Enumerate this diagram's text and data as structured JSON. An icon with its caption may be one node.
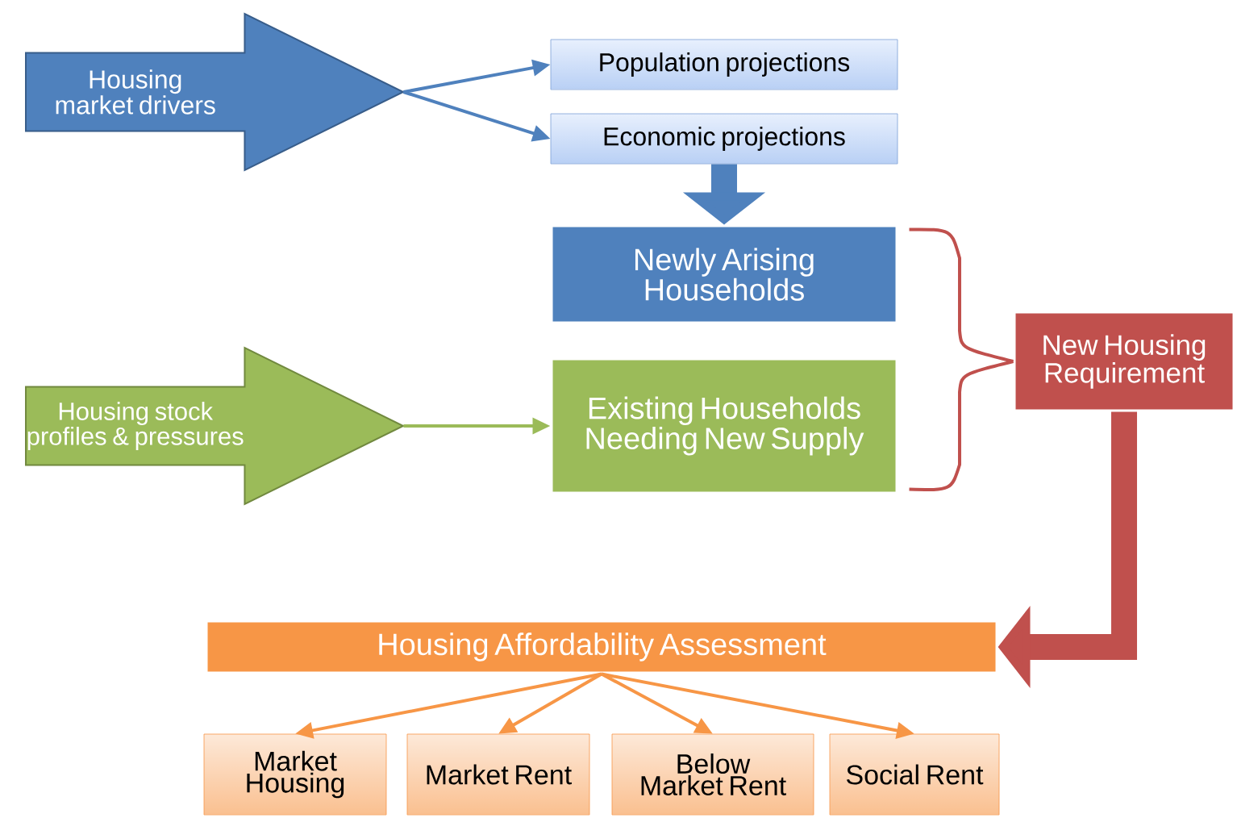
{
  "diagram": {
    "nodes": [
      {
        "text": [
          "Housing market drivers"
        ]
      },
      {
        "text": [
          "Population projections"
        ]
      },
      {
        "text": [
          "Economic projections"
        ]
      },
      {
        "text": [
          "Newly Arising Households"
        ]
      },
      {
        "text": [
          "Existing Households Needing New Supply"
        ]
      },
      {
        "text": [
          "Housing stock profiles & pressures"
        ]
      },
      {
        "text": [
          "New Housing Requirement"
        ]
      },
      {
        "text": [
          "Housing Affordability Assessment"
        ]
      },
      {
        "text": [
          "Market Housing"
        ]
      },
      {
        "text": [
          "Market Rent"
        ]
      },
      {
        "text": [
          "Below Market Rent"
        ]
      },
      {
        "text": [
          "Social Rent"
        ]
      }
    ],
    "edges": [
      {
        "from": 0,
        "to": 1,
        "arrow": "to",
        "color": "#4f81bd"
      },
      {
        "from": 0,
        "to": 2,
        "arrow": "to",
        "color": "#4f81bd"
      },
      {
        "from": 2,
        "to": 3,
        "arrow": "to",
        "style": "thick",
        "color": "#4f81bd"
      },
      {
        "from": 5,
        "to": 4,
        "arrow": "to",
        "color": "#9bbb59"
      },
      {
        "from": 3,
        "to": 6,
        "arrow": "none",
        "color": "#c0504d"
      },
      {
        "from": 4,
        "to": 6,
        "arrow": "none",
        "color": "#c0504d"
      },
      {
        "from": 6,
        "to": 7,
        "arrow": "to",
        "style": "thick",
        "color": "#c0504d"
      },
      {
        "from": 7,
        "to": 8,
        "arrow": "to",
        "color": "#f79646"
      },
      {
        "from": 7,
        "to": 9,
        "arrow": "to",
        "color": "#f79646"
      },
      {
        "from": 7,
        "to": 10,
        "arrow": "to",
        "color": "#f79646"
      },
      {
        "from": 7,
        "to": 11,
        "arrow": "to",
        "color": "#f79646"
      }
    ]
  }
}
